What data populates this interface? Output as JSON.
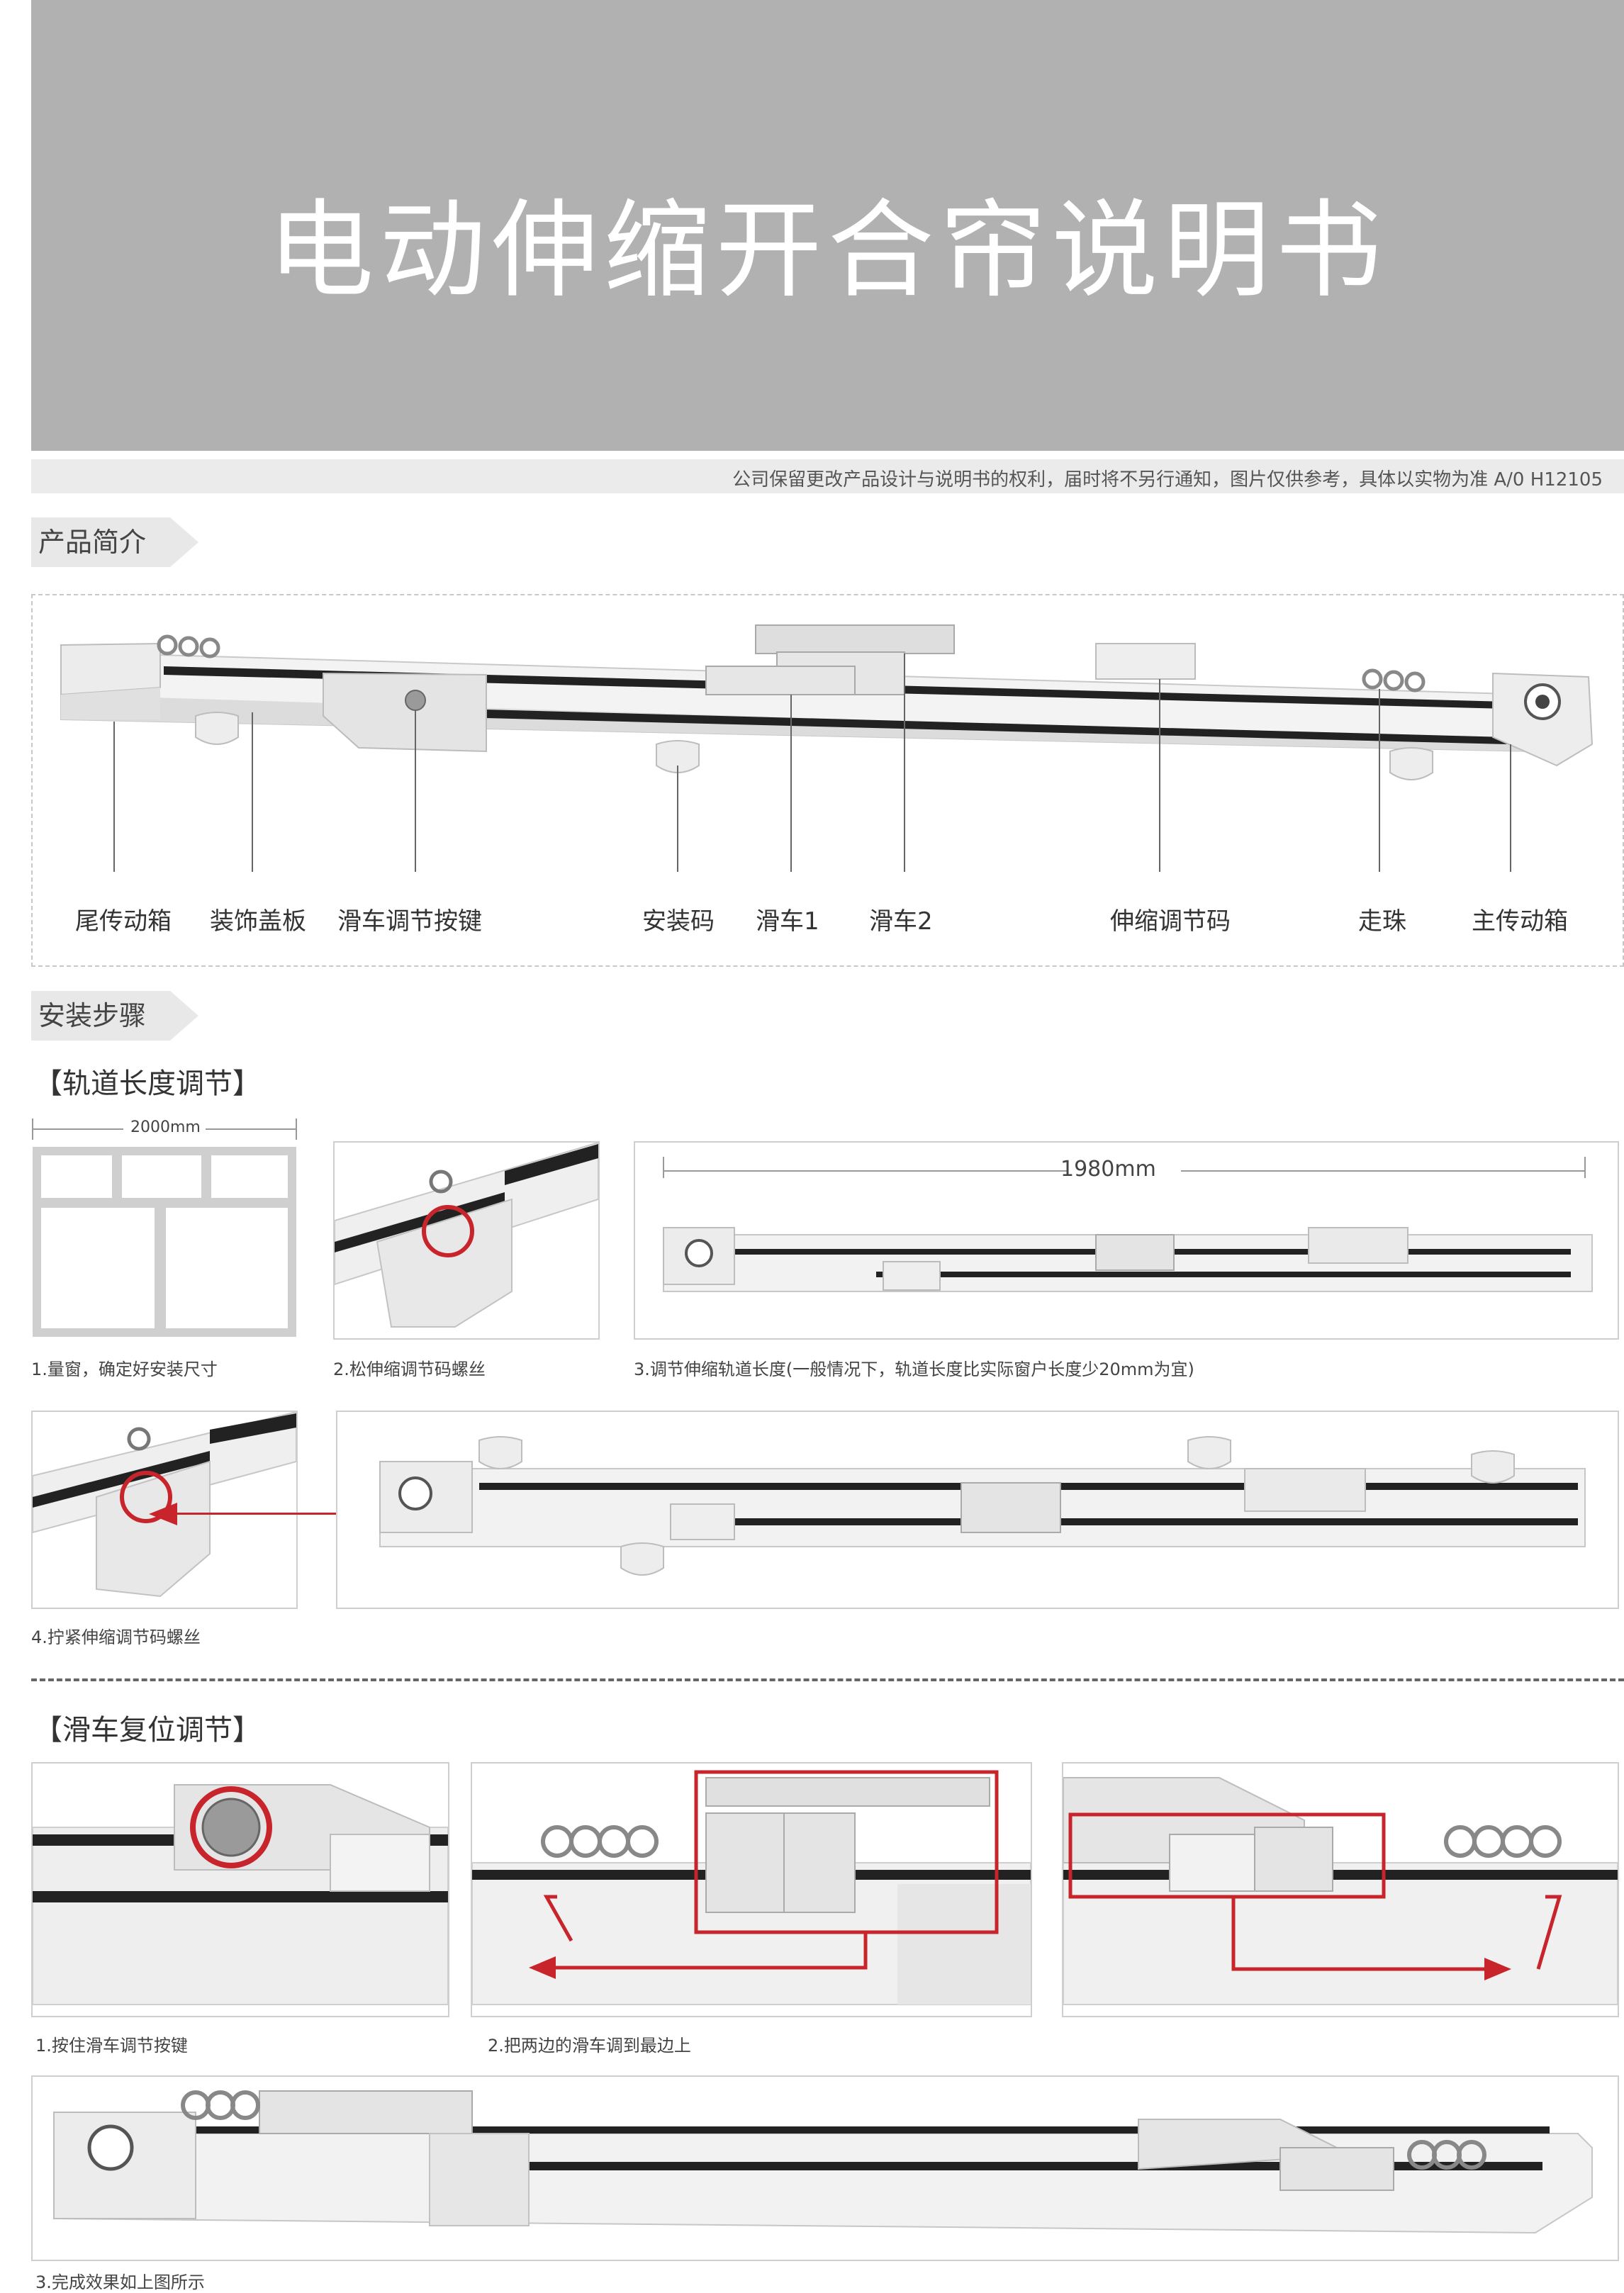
{
  "header": {
    "title": "电动伸缩开合帘说明书"
  },
  "notice": {
    "text": "公司保留更改产品设计与说明书的权利，届时将不另行通知，图片仅供参考，具体以实物为准   A/0 H12105"
  },
  "intro": {
    "section_title": "产品简介",
    "labels": [
      "尾传动箱",
      "装饰盖板",
      "滑车调节按键",
      "安装码",
      "滑车1",
      "滑车2",
      "伸缩调节码",
      "走珠",
      "主传动箱"
    ]
  },
  "install": {
    "section_title": "安装步骤",
    "track": {
      "subtitle": "【轨道长度调节】",
      "window_width": "2000mm",
      "track_length": "1980mm",
      "captions": [
        "1.量窗，确定好安装尺寸",
        "2.松伸缩调节码螺丝",
        "3.调节伸缩轨道长度(一般情况下，轨道长度比实际窗户长度少20mm为宜)",
        "4.拧紧伸缩调节码螺丝"
      ]
    },
    "carriage": {
      "subtitle": "【滑车复位调节】",
      "captions": [
        "1.按住滑车调节按键",
        "2.把两边的滑车调到最边上",
        "3.完成效果如上图所示"
      ]
    }
  },
  "colors": {
    "header_gray": "#b1b1b1",
    "accent_red": "#c8242b",
    "band_gray": "#ebebeb"
  }
}
